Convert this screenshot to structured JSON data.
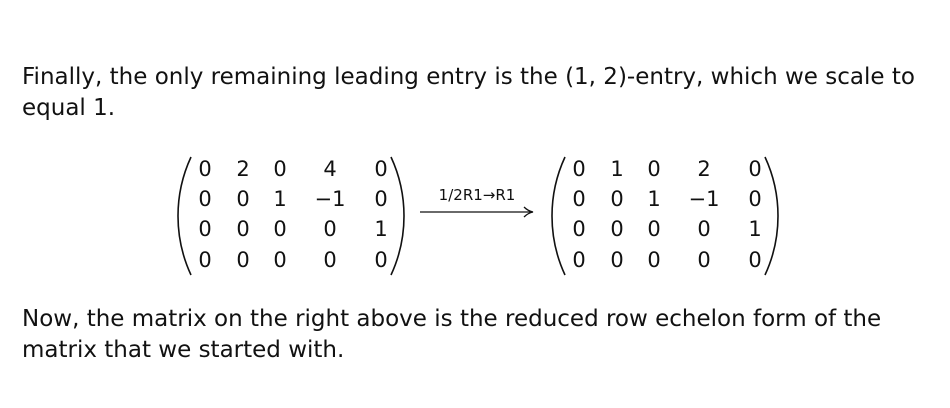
{
  "paragraph_1": {
    "text_a": "Finally, the only remaining leading entry is the ",
    "math": "(1, 2)",
    "text_b": "-entry, which we scale to equal 1."
  },
  "matrix_left": {
    "rows": [
      [
        "0",
        "2",
        "0",
        "4",
        "0"
      ],
      [
        "0",
        "0",
        "1",
        "−1",
        "0"
      ],
      [
        "0",
        "0",
        "0",
        "0",
        "1"
      ],
      [
        "0",
        "0",
        "0",
        "0",
        "0"
      ]
    ]
  },
  "row_operation": "1/2R1→R1",
  "matrix_right": {
    "rows": [
      [
        "0",
        "1",
        "0",
        "2",
        "0"
      ],
      [
        "0",
        "0",
        "1",
        "−1",
        "0"
      ],
      [
        "0",
        "0",
        "0",
        "0",
        "1"
      ],
      [
        "0",
        "0",
        "0",
        "0",
        "0"
      ]
    ]
  },
  "paragraph_2": "Now, the matrix on the right above is the reduced row echelon form of the matrix that we started with."
}
